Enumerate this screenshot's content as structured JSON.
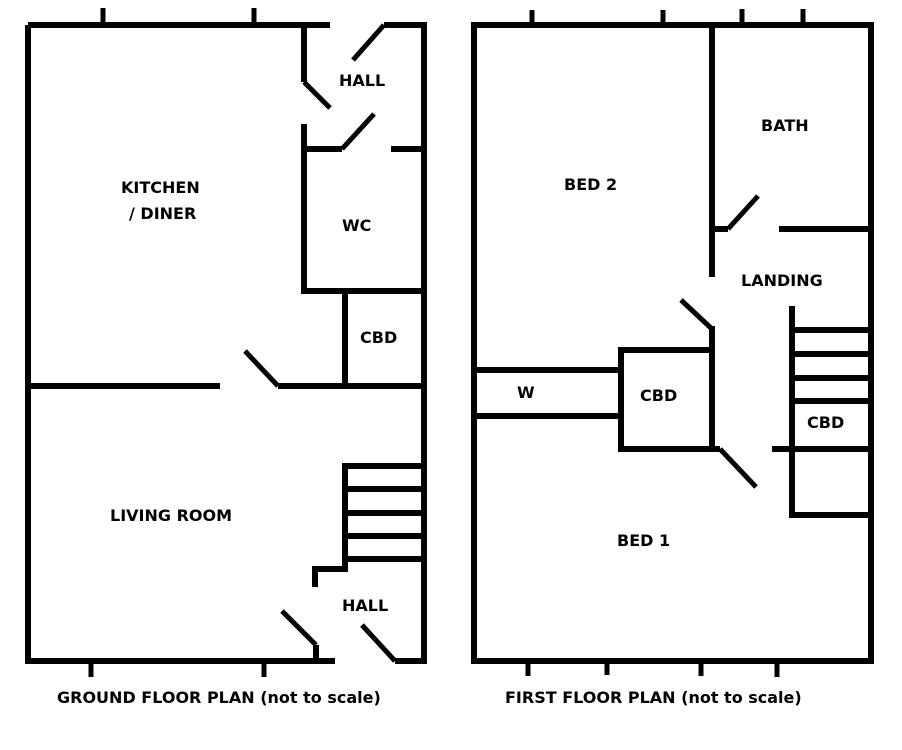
{
  "ground_floor": {
    "caption": "GROUND FLOOR PLAN (not to scale)",
    "rooms": {
      "hall_top": "HALL",
      "kitchen_line1": "KITCHEN",
      "kitchen_line2": "/ DINER",
      "wc": "WC",
      "cbd": "CBD",
      "living_room": "LIVING ROOM",
      "hall_bottom": "HALL"
    }
  },
  "first_floor": {
    "caption": "FIRST FLOOR PLAN (not to scale)",
    "rooms": {
      "bath": "BATH",
      "bed2": "BED 2",
      "landing": "LANDING",
      "wardrobe": "W",
      "cbd_center": "CBD",
      "cbd_right": "CBD",
      "bed1": "BED 1"
    }
  }
}
